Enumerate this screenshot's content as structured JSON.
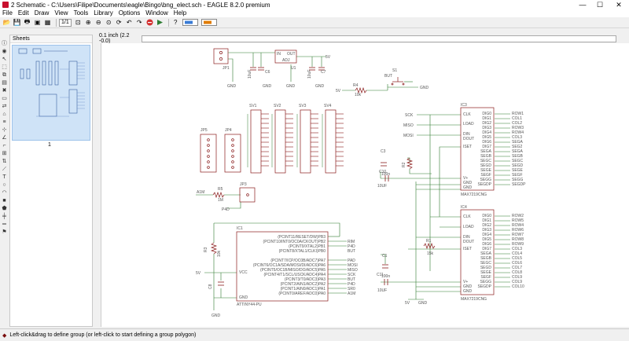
{
  "window": {
    "title": "2 Schematic - C:\\Users\\Filipe\\Documents\\eagle\\Bingo\\bng_elect.sch - EAGLE 8.2.0 premium",
    "minimize": "—",
    "maximize": "☐",
    "close": "✕"
  },
  "menu": [
    "File",
    "Edit",
    "Draw",
    "View",
    "Tools",
    "Library",
    "Options",
    "Window",
    "Help"
  ],
  "toolbar": {
    "sheet_selector": "1/1",
    "colors": {
      "stop": "#d32f2f",
      "go": "#2e7d32"
    }
  },
  "sheets_panel": {
    "header": "Sheets",
    "sheet_number": "1"
  },
  "command": {
    "coordinate": "0.1 inch (2.2 -0.0)",
    "value": ""
  },
  "status": {
    "message": "Left-click&drag to define group (or left-click to start defining a group polygon)"
  },
  "schematic": {
    "power": {
      "gnd": "GND",
      "v5": "5V"
    },
    "jp1": "JP1",
    "regulator": {
      "name": "U1",
      "in": "IN",
      "out": "OUT",
      "adj": "ADJ"
    },
    "c6": "C6",
    "c7": "C7",
    "c6_val": "10uF",
    "c7_val": "10uF",
    "out_label": "5V",
    "r4": {
      "name": "R4",
      "value": "10k"
    },
    "s1": {
      "name": "S1",
      "bottom": "BUT"
    },
    "headers": [
      "SV1",
      "SV2",
      "SV3",
      "SV4"
    ],
    "jp5": "JP5",
    "jp4": "JP4",
    "r5": {
      "name": "R5",
      "value": "1M",
      "net": "A1M"
    },
    "jp3": "JP3",
    "p4d": "P4D",
    "ic1": {
      "name": "IC1",
      "part": "ATTINY44-PU",
      "left_pins": [
        "VCC",
        "GND"
      ],
      "right_pins": [
        "(PCINT11/RESET/DW)PB3",
        "(PCINT10/INT0/OC0A/CKOUT)PB2",
        "(PCINT9/XTAL2)PB1",
        "(PCINT8/XTAL1/CLKI)PB0",
        "(PCINT7/ICP/OC0B/ADC7)PA7",
        "(PCINT6/OC1A/SDA/MOSI/DI/ADC6)PA6",
        "(PCINT5/OC1B/MISO/DO/ADC5)PA5",
        "(PCINT4/T1/SCL/USCK/ADC4)PA4",
        "(PCINT3/T0/ADC3)PA3",
        "(PCINT2/AIN1/ADC2)PA2",
        "(PCINT1/AIN0/ADC1)PA1",
        "(PCINT0/AREF/ADC0)PA0"
      ],
      "nets": [
        "RIM",
        "P4D",
        "BUT",
        "",
        "PAD",
        "MOSI",
        "MISO",
        "SCK",
        "BUT",
        "P4D",
        "SR0",
        "A1M"
      ]
    },
    "r3": {
      "name": "R3",
      "value": "10k"
    },
    "c8": "C8",
    "ic3": {
      "name": "IC3",
      "part": "MAX7219CNG",
      "left_pins": [
        "CLK",
        "LOAD",
        "DIN",
        "DOUT",
        "ISET",
        "V+",
        "GND",
        "GND"
      ],
      "right_pins": [
        "DIG0",
        "DIG1",
        "DIG2",
        "DIG3",
        "DIG4",
        "DIG5",
        "DIG6",
        "DIG7",
        "SEGA",
        "SEGB",
        "SEGC",
        "SEGD",
        "SEGE",
        "SEGF",
        "SEGG",
        "SEGDP"
      ],
      "nets": [
        "ROW1",
        "COL1",
        "COL2",
        "ROW3",
        "ROW4",
        "COL3",
        "SEGA",
        "SEG2",
        "SEGA",
        "SEGB",
        "SEGC",
        "SEGD",
        "SEGE",
        "SEGF",
        "SEGG",
        "SEGDP"
      ],
      "net_labels": [
        "SCK",
        "MISO",
        "MOSI"
      ]
    },
    "c3": {
      "name": "C3",
      "value": "100n"
    },
    "c10": {
      "name": "C10",
      "value": "10UF"
    },
    "r2": "R2",
    "ic4": {
      "name": "IC4",
      "part": "MAX7219CNG",
      "left_pins": [
        "CLK",
        "LOAD",
        "DIN",
        "DOUT",
        "ISET",
        "V+",
        "GND",
        "GND"
      ],
      "right_pins": [
        "DIG0",
        "DIG1",
        "DIG2",
        "DIG3",
        "DIG4",
        "DIG5",
        "DIG6",
        "DIG7",
        "SEGA",
        "SEGB",
        "SEGC",
        "SEGD",
        "SEGE",
        "SEGF",
        "SEGG",
        "SEGDP"
      ],
      "nets": [
        "ROW2",
        "ROW5",
        "ROW4",
        "ROW6",
        "ROW7",
        "ROW8",
        "ROW9",
        "COL3",
        "COL4",
        "COL5",
        "COL6",
        "COL7",
        "COL8",
        "COL9",
        "COL9",
        "COL10"
      ]
    },
    "c1": {
      "name": "C1",
      "value": "100n"
    },
    "c11": {
      "name": "C11",
      "value": "10UF"
    },
    "r1": {
      "name": "R1",
      "value": "15k"
    }
  }
}
